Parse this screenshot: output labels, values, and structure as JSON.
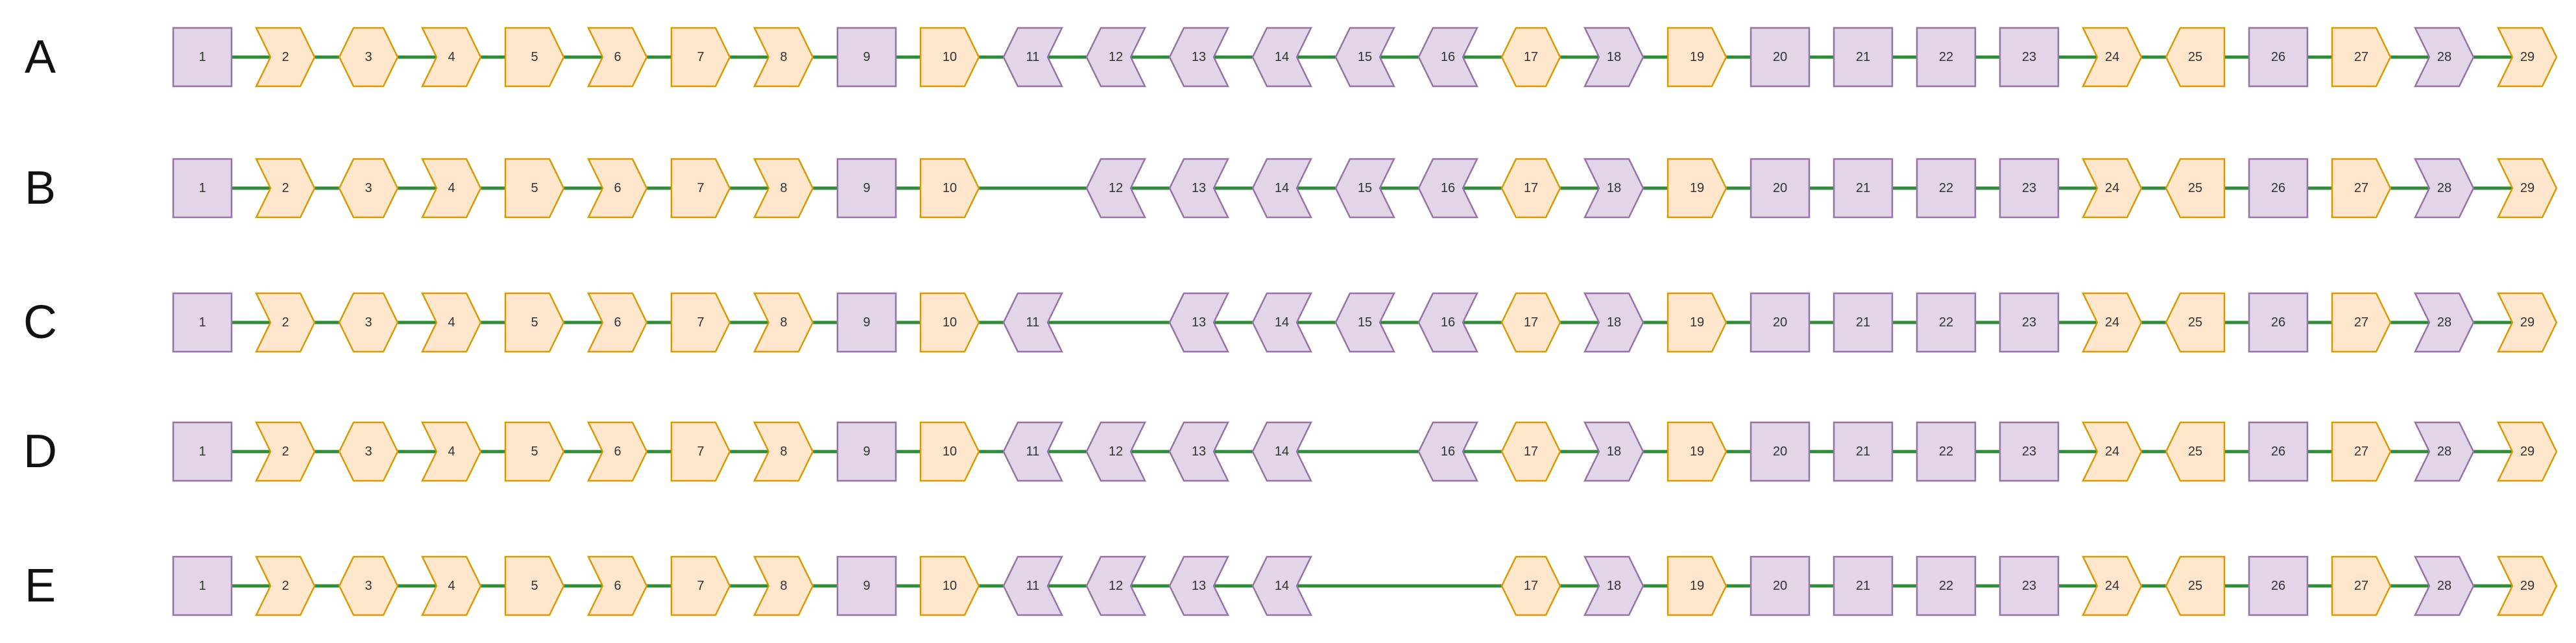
{
  "colors": {
    "purple_fill": "#e1d5e7",
    "purple_stroke": "#9673a6",
    "orange_fill": "#ffe6cc",
    "orange_stroke": "#d79b00",
    "connector": "#2e8b3a"
  },
  "rows": [
    {
      "label": "A",
      "modules": [
        {
          "id": "1",
          "shape": "square",
          "color": "purple"
        },
        {
          "id": "2",
          "shape": "chevron-right",
          "color": "orange"
        },
        {
          "id": "3",
          "shape": "hexagon",
          "color": "orange"
        },
        {
          "id": "4",
          "shape": "chevron-right",
          "color": "orange"
        },
        {
          "id": "5",
          "shape": "pentagon-right",
          "color": "orange"
        },
        {
          "id": "6",
          "shape": "chevron-right",
          "color": "orange"
        },
        {
          "id": "7",
          "shape": "pentagon-right",
          "color": "orange"
        },
        {
          "id": "8",
          "shape": "chevron-right",
          "color": "orange"
        },
        {
          "id": "9",
          "shape": "square",
          "color": "purple"
        },
        {
          "id": "10",
          "shape": "pentagon-right",
          "color": "orange"
        },
        {
          "id": "11",
          "shape": "chevron-left",
          "color": "purple"
        },
        {
          "id": "12",
          "shape": "chevron-left",
          "color": "purple"
        },
        {
          "id": "13",
          "shape": "chevron-left",
          "color": "purple"
        },
        {
          "id": "14",
          "shape": "chevron-left",
          "color": "purple"
        },
        {
          "id": "15",
          "shape": "chevron-left",
          "color": "purple"
        },
        {
          "id": "16",
          "shape": "chevron-left",
          "color": "purple"
        },
        {
          "id": "17",
          "shape": "hexagon",
          "color": "orange"
        },
        {
          "id": "18",
          "shape": "chevron-right",
          "color": "purple"
        },
        {
          "id": "19",
          "shape": "pentagon-right",
          "color": "orange"
        },
        {
          "id": "20",
          "shape": "square",
          "color": "purple"
        },
        {
          "id": "21",
          "shape": "square",
          "color": "purple"
        },
        {
          "id": "22",
          "shape": "square",
          "color": "purple"
        },
        {
          "id": "23",
          "shape": "square",
          "color": "purple"
        },
        {
          "id": "24",
          "shape": "chevron-right",
          "color": "orange"
        },
        {
          "id": "25",
          "shape": "pentagon-left",
          "color": "orange"
        },
        {
          "id": "26",
          "shape": "square",
          "color": "purple"
        },
        {
          "id": "27",
          "shape": "pentagon-right",
          "color": "orange"
        },
        {
          "id": "28",
          "shape": "chevron-right",
          "color": "purple"
        },
        {
          "id": "29",
          "shape": "chevron-right",
          "color": "orange"
        }
      ]
    },
    {
      "label": "B",
      "modules": [
        {
          "id": "1",
          "shape": "square",
          "color": "purple"
        },
        {
          "id": "2",
          "shape": "chevron-right",
          "color": "orange"
        },
        {
          "id": "3",
          "shape": "hexagon",
          "color": "orange"
        },
        {
          "id": "4",
          "shape": "chevron-right",
          "color": "orange"
        },
        {
          "id": "5",
          "shape": "pentagon-right",
          "color": "orange"
        },
        {
          "id": "6",
          "shape": "chevron-right",
          "color": "orange"
        },
        {
          "id": "7",
          "shape": "pentagon-right",
          "color": "orange"
        },
        {
          "id": "8",
          "shape": "chevron-right",
          "color": "orange"
        },
        {
          "id": "9",
          "shape": "square",
          "color": "purple"
        },
        {
          "id": "10",
          "shape": "pentagon-right",
          "color": "orange"
        },
        null,
        {
          "id": "12",
          "shape": "chevron-left",
          "color": "purple"
        },
        {
          "id": "13",
          "shape": "chevron-left",
          "color": "purple"
        },
        {
          "id": "14",
          "shape": "chevron-left",
          "color": "purple"
        },
        {
          "id": "15",
          "shape": "chevron-left",
          "color": "purple"
        },
        {
          "id": "16",
          "shape": "chevron-left",
          "color": "purple"
        },
        {
          "id": "17",
          "shape": "hexagon",
          "color": "orange"
        },
        {
          "id": "18",
          "shape": "chevron-right",
          "color": "purple"
        },
        {
          "id": "19",
          "shape": "pentagon-right",
          "color": "orange"
        },
        {
          "id": "20",
          "shape": "square",
          "color": "purple"
        },
        {
          "id": "21",
          "shape": "square",
          "color": "purple"
        },
        {
          "id": "22",
          "shape": "square",
          "color": "purple"
        },
        {
          "id": "23",
          "shape": "square",
          "color": "purple"
        },
        {
          "id": "24",
          "shape": "chevron-right",
          "color": "orange"
        },
        {
          "id": "25",
          "shape": "pentagon-left",
          "color": "orange"
        },
        {
          "id": "26",
          "shape": "square",
          "color": "purple"
        },
        {
          "id": "27",
          "shape": "pentagon-right",
          "color": "orange"
        },
        {
          "id": "28",
          "shape": "chevron-right",
          "color": "purple"
        },
        {
          "id": "29",
          "shape": "chevron-right",
          "color": "orange"
        }
      ]
    },
    {
      "label": "C",
      "modules": [
        {
          "id": "1",
          "shape": "square",
          "color": "purple"
        },
        {
          "id": "2",
          "shape": "chevron-right",
          "color": "orange"
        },
        {
          "id": "3",
          "shape": "hexagon",
          "color": "orange"
        },
        {
          "id": "4",
          "shape": "chevron-right",
          "color": "orange"
        },
        {
          "id": "5",
          "shape": "pentagon-right",
          "color": "orange"
        },
        {
          "id": "6",
          "shape": "chevron-right",
          "color": "orange"
        },
        {
          "id": "7",
          "shape": "pentagon-right",
          "color": "orange"
        },
        {
          "id": "8",
          "shape": "chevron-right",
          "color": "orange"
        },
        {
          "id": "9",
          "shape": "square",
          "color": "purple"
        },
        {
          "id": "10",
          "shape": "pentagon-right",
          "color": "orange"
        },
        {
          "id": "11",
          "shape": "chevron-left",
          "color": "purple"
        },
        null,
        {
          "id": "13",
          "shape": "chevron-left",
          "color": "purple"
        },
        {
          "id": "14",
          "shape": "chevron-left",
          "color": "purple"
        },
        {
          "id": "15",
          "shape": "chevron-left",
          "color": "purple"
        },
        {
          "id": "16",
          "shape": "chevron-left",
          "color": "purple"
        },
        {
          "id": "17",
          "shape": "hexagon",
          "color": "orange"
        },
        {
          "id": "18",
          "shape": "chevron-right",
          "color": "purple"
        },
        {
          "id": "19",
          "shape": "pentagon-right",
          "color": "orange"
        },
        {
          "id": "20",
          "shape": "square",
          "color": "purple"
        },
        {
          "id": "21",
          "shape": "square",
          "color": "purple"
        },
        {
          "id": "22",
          "shape": "square",
          "color": "purple"
        },
        {
          "id": "23",
          "shape": "square",
          "color": "purple"
        },
        {
          "id": "24",
          "shape": "chevron-right",
          "color": "orange"
        },
        {
          "id": "25",
          "shape": "pentagon-left",
          "color": "orange"
        },
        {
          "id": "26",
          "shape": "square",
          "color": "purple"
        },
        {
          "id": "27",
          "shape": "pentagon-right",
          "color": "orange"
        },
        {
          "id": "28",
          "shape": "chevron-right",
          "color": "purple"
        },
        {
          "id": "29",
          "shape": "chevron-right",
          "color": "orange"
        }
      ]
    },
    {
      "label": "D",
      "modules": [
        {
          "id": "1",
          "shape": "square",
          "color": "purple"
        },
        {
          "id": "2",
          "shape": "chevron-right",
          "color": "orange"
        },
        {
          "id": "3",
          "shape": "hexagon",
          "color": "orange"
        },
        {
          "id": "4",
          "shape": "chevron-right",
          "color": "orange"
        },
        {
          "id": "5",
          "shape": "pentagon-right",
          "color": "orange"
        },
        {
          "id": "6",
          "shape": "chevron-right",
          "color": "orange"
        },
        {
          "id": "7",
          "shape": "pentagon-right",
          "color": "orange"
        },
        {
          "id": "8",
          "shape": "chevron-right",
          "color": "orange"
        },
        {
          "id": "9",
          "shape": "square",
          "color": "purple"
        },
        {
          "id": "10",
          "shape": "pentagon-right",
          "color": "orange"
        },
        {
          "id": "11",
          "shape": "chevron-left",
          "color": "purple"
        },
        {
          "id": "12",
          "shape": "chevron-left",
          "color": "purple"
        },
        {
          "id": "13",
          "shape": "chevron-left",
          "color": "purple"
        },
        {
          "id": "14",
          "shape": "chevron-left",
          "color": "purple"
        },
        null,
        {
          "id": "16",
          "shape": "chevron-left",
          "color": "purple"
        },
        {
          "id": "17",
          "shape": "hexagon",
          "color": "orange"
        },
        {
          "id": "18",
          "shape": "chevron-right",
          "color": "purple"
        },
        {
          "id": "19",
          "shape": "pentagon-right",
          "color": "orange"
        },
        {
          "id": "20",
          "shape": "square",
          "color": "purple"
        },
        {
          "id": "21",
          "shape": "square",
          "color": "purple"
        },
        {
          "id": "22",
          "shape": "square",
          "color": "purple"
        },
        {
          "id": "23",
          "shape": "square",
          "color": "purple"
        },
        {
          "id": "24",
          "shape": "chevron-right",
          "color": "orange"
        },
        {
          "id": "25",
          "shape": "pentagon-left",
          "color": "orange"
        },
        {
          "id": "26",
          "shape": "square",
          "color": "purple"
        },
        {
          "id": "27",
          "shape": "pentagon-right",
          "color": "orange"
        },
        {
          "id": "28",
          "shape": "chevron-right",
          "color": "purple"
        },
        {
          "id": "29",
          "shape": "chevron-right",
          "color": "orange"
        }
      ]
    },
    {
      "label": "E",
      "modules": [
        {
          "id": "1",
          "shape": "square",
          "color": "purple"
        },
        {
          "id": "2",
          "shape": "chevron-right",
          "color": "orange"
        },
        {
          "id": "3",
          "shape": "hexagon",
          "color": "orange"
        },
        {
          "id": "4",
          "shape": "chevron-right",
          "color": "orange"
        },
        {
          "id": "5",
          "shape": "pentagon-right",
          "color": "orange"
        },
        {
          "id": "6",
          "shape": "chevron-right",
          "color": "orange"
        },
        {
          "id": "7",
          "shape": "pentagon-right",
          "color": "orange"
        },
        {
          "id": "8",
          "shape": "chevron-right",
          "color": "orange"
        },
        {
          "id": "9",
          "shape": "square",
          "color": "purple"
        },
        {
          "id": "10",
          "shape": "pentagon-right",
          "color": "orange"
        },
        {
          "id": "11",
          "shape": "chevron-left",
          "color": "purple"
        },
        {
          "id": "12",
          "shape": "chevron-left",
          "color": "purple"
        },
        {
          "id": "13",
          "shape": "chevron-left",
          "color": "purple"
        },
        {
          "id": "14",
          "shape": "chevron-left",
          "color": "purple"
        },
        null,
        null,
        {
          "id": "17",
          "shape": "hexagon",
          "color": "orange"
        },
        {
          "id": "18",
          "shape": "chevron-right",
          "color": "purple"
        },
        {
          "id": "19",
          "shape": "pentagon-right",
          "color": "orange"
        },
        {
          "id": "20",
          "shape": "square",
          "color": "purple"
        },
        {
          "id": "21",
          "shape": "square",
          "color": "purple"
        },
        {
          "id": "22",
          "shape": "square",
          "color": "purple"
        },
        {
          "id": "23",
          "shape": "square",
          "color": "purple"
        },
        {
          "id": "24",
          "shape": "chevron-right",
          "color": "orange"
        },
        {
          "id": "25",
          "shape": "pentagon-left",
          "color": "orange"
        },
        {
          "id": "26",
          "shape": "square",
          "color": "purple"
        },
        {
          "id": "27",
          "shape": "pentagon-right",
          "color": "orange"
        },
        {
          "id": "28",
          "shape": "chevron-right",
          "color": "purple"
        },
        {
          "id": "29",
          "shape": "chevron-right",
          "color": "orange"
        }
      ]
    }
  ]
}
